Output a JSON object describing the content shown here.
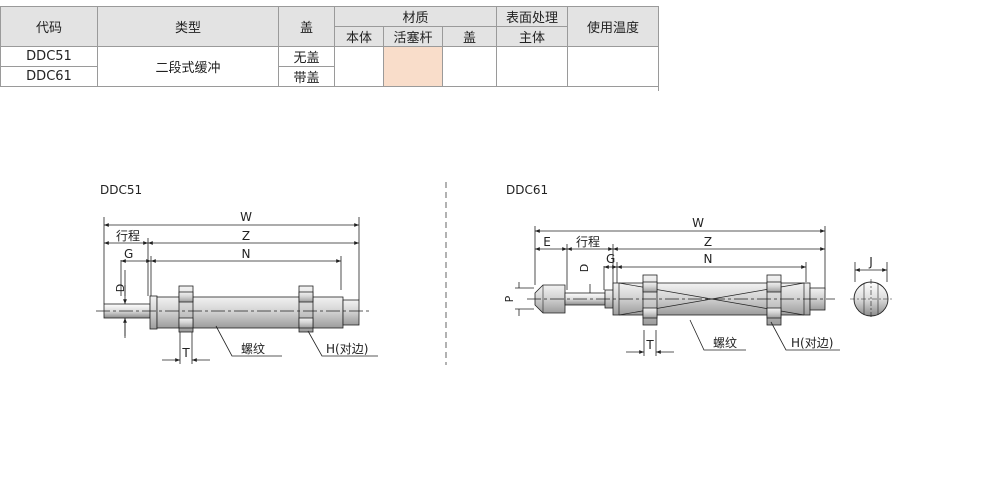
{
  "table": {
    "headers": {
      "code": "代码",
      "type": "类型",
      "cover": "盖",
      "material": "材质",
      "surface": "表面处理",
      "temp": "使用温度",
      "body": "本体",
      "piston": "活塞杆",
      "cover_sub": "盖",
      "main": "主体"
    },
    "rows": [
      {
        "code": "DDC51",
        "cover": "无盖"
      },
      {
        "code": "DDC61",
        "cover": "带盖"
      }
    ],
    "type_value": "二段式缓冲",
    "highlight_color": "#f9ddca"
  },
  "diagram1": {
    "title": "DDC51",
    "labels": {
      "W": "W",
      "Z": "Z",
      "N": "N",
      "stroke": "行程",
      "G": "G",
      "D": "D",
      "T": "T",
      "thread": "螺纹",
      "hex": "H(对边)"
    }
  },
  "diagram2": {
    "title": "DDC61",
    "labels": {
      "W": "W",
      "Z": "Z",
      "N": "N",
      "E": "E",
      "stroke": "行程",
      "G": "G",
      "D": "D",
      "P": "P",
      "T": "T",
      "thread": "螺纹",
      "hex": "H(对边)",
      "J": "J"
    }
  }
}
